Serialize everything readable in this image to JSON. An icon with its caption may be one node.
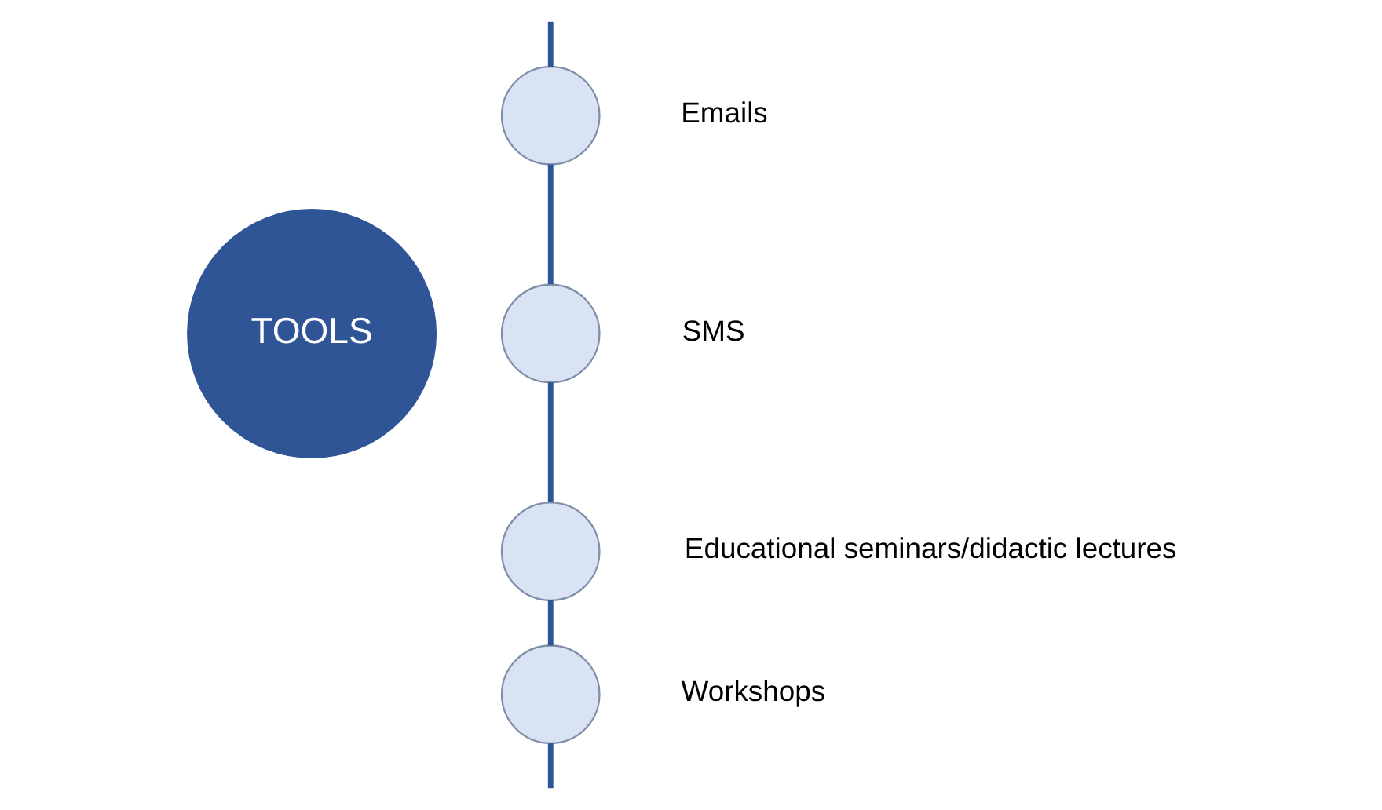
{
  "diagram": {
    "nodes": [
      {
        "text": [
          "TOOLS"
        ]
      },
      {
        "text": [],
        "shape": "circle",
        "beside": [
          "Emails"
        ]
      },
      {
        "text": [],
        "shape": "circle",
        "beside": [
          "SMS"
        ]
      },
      {
        "text": [],
        "shape": "circle",
        "beside": [
          "Educational seminars/didactic lectures"
        ]
      },
      {
        "text": [],
        "shape": "circle",
        "beside": [
          "Workshops"
        ]
      }
    ],
    "edges": [
      {
        "from": null,
        "to": 1,
        "arrow": "none"
      },
      {
        "from": 1,
        "to": 2,
        "arrow": "none"
      },
      {
        "from": 2,
        "to": 3,
        "arrow": "none"
      },
      {
        "from": 3,
        "to": 4,
        "arrow": "none"
      },
      {
        "from": 4,
        "to": null,
        "arrow": "none"
      }
    ]
  }
}
